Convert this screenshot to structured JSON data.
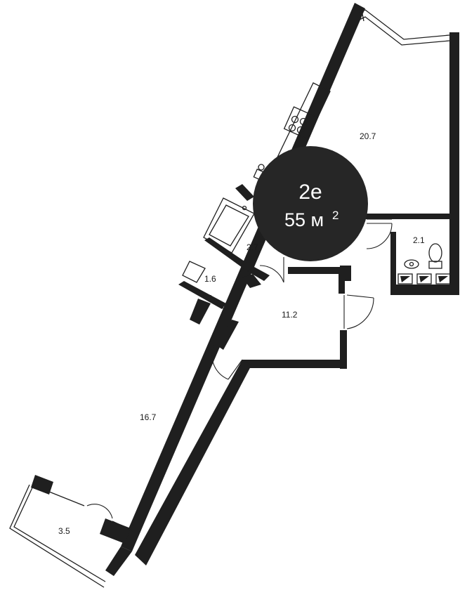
{
  "apartment": {
    "type": "2е",
    "area": "55 м",
    "area_unit_sup": "2",
    "badge_color": "#262626"
  },
  "rooms": [
    {
      "id": "living-kitchen",
      "area": "20.7"
    },
    {
      "id": "bathroom",
      "area": "2.1"
    },
    {
      "id": "bath-small",
      "area": "2.7"
    },
    {
      "id": "storage",
      "area": "1.6"
    },
    {
      "id": "hall",
      "area": "11.2"
    },
    {
      "id": "bedroom",
      "area": "16.7"
    },
    {
      "id": "balcony",
      "area": "3.5"
    }
  ]
}
